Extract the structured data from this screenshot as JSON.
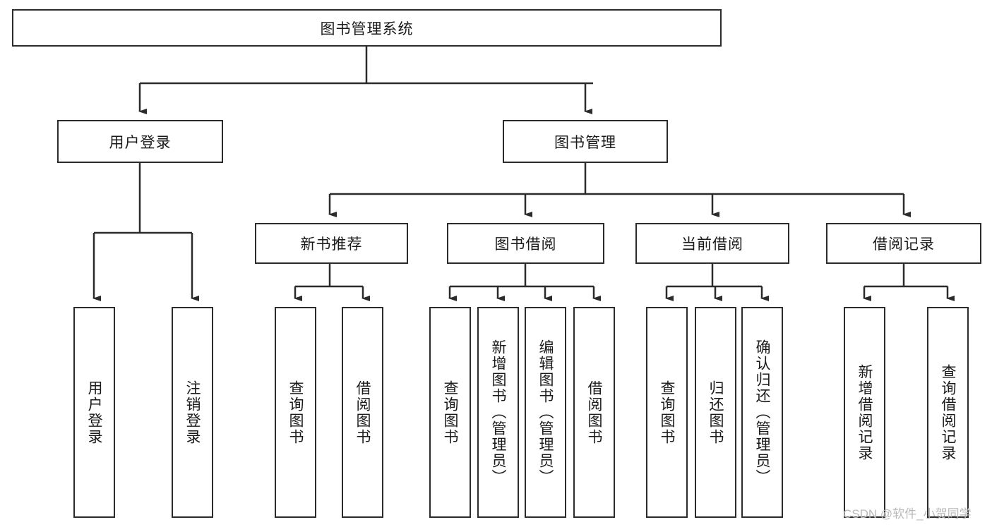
{
  "diagram": {
    "title": "图书管理系统",
    "type": "hierarchy-tree",
    "root": {
      "label": "图书管理系统"
    },
    "level2": [
      {
        "label": "用户登录"
      },
      {
        "label": "图书管理"
      }
    ],
    "level3": [
      {
        "label": "新书推荐"
      },
      {
        "label": "图书借阅"
      },
      {
        "label": "当前借阅"
      },
      {
        "label": "借阅记录"
      }
    ],
    "leaves": {
      "user_login": [
        {
          "label": "用户登录"
        },
        {
          "label": "注销登录"
        }
      ],
      "new_book_recommend": [
        {
          "label": "查询图书"
        },
        {
          "label": "借阅图书"
        }
      ],
      "book_borrow": [
        {
          "label": "查询图书"
        },
        {
          "label": "新增图书（管理员）"
        },
        {
          "label": "编辑图书（管理员）"
        },
        {
          "label": "借阅图书"
        }
      ],
      "current_borrow": [
        {
          "label": "查询图书"
        },
        {
          "label": "归还图书"
        },
        {
          "label": "确认归还（管理员）"
        }
      ],
      "borrow_record": [
        {
          "label": "新增借阅记录"
        },
        {
          "label": "查询借阅记录"
        }
      ]
    },
    "watermark": "CSDN @软件_小贺同学",
    "colors": {
      "stroke": "#2b2b2b",
      "fill": "#ffffff",
      "text": "#1a1a1a",
      "watermark": "#b9b9b9"
    }
  }
}
